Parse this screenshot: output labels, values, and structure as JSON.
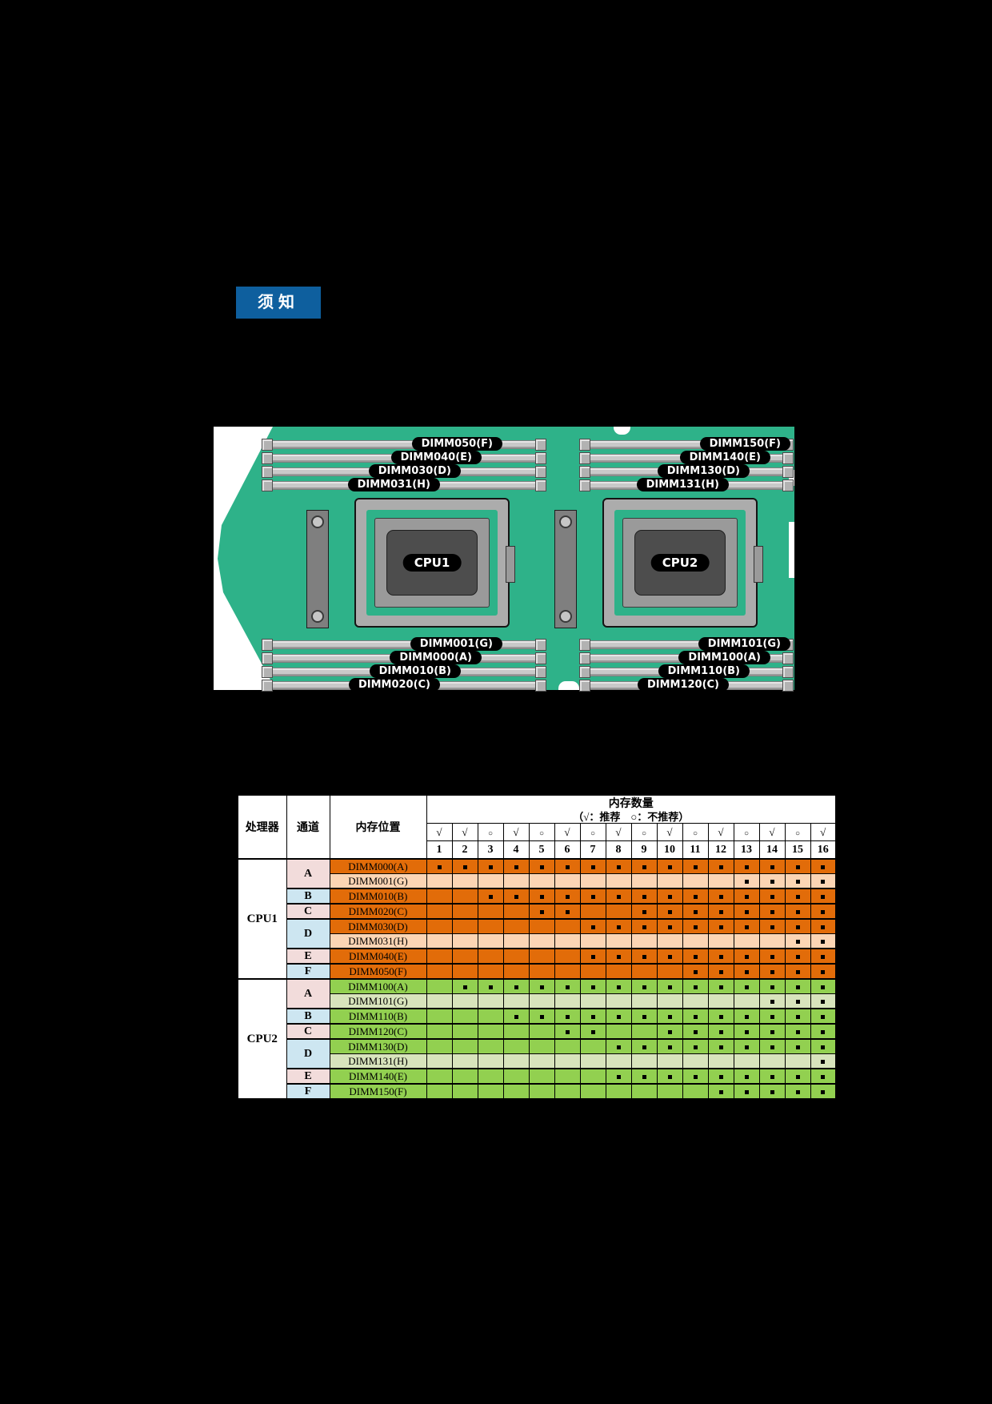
{
  "page": {
    "background": "#000000"
  },
  "notice": {
    "label": "须知",
    "bg": "#0E5F9E",
    "fg": "#FFFFFF"
  },
  "board": {
    "pcb_color": "#2EB289",
    "cpu1": {
      "label": "CPU1",
      "top_slots": [
        "DIMM050(F)",
        "DIMM040(E)",
        "DIMM030(D)",
        "DIMM031(H)"
      ],
      "bottom_slots": [
        "DIMM001(G)",
        "DIMM000(A)",
        "DIMM010(B)",
        "DIMM020(C)"
      ]
    },
    "cpu2": {
      "label": "CPU2",
      "top_slots": [
        "DIMM150(F)",
        "DIMM140(E)",
        "DIMM130(D)",
        "DIMM131(H)"
      ],
      "bottom_slots": [
        "DIMM101(G)",
        "DIMM100(A)",
        "DIMM110(B)",
        "DIMM120(C)"
      ]
    }
  },
  "table": {
    "header": {
      "processor": "处理器",
      "channel": "通道",
      "slot": "内存位置",
      "qty_title": "内存数量",
      "qty_legend": "（√：推荐　○：不推荐）"
    },
    "columns": [
      {
        "num": "1",
        "mark": "√"
      },
      {
        "num": "2",
        "mark": "√"
      },
      {
        "num": "3",
        "mark": "○"
      },
      {
        "num": "4",
        "mark": "√"
      },
      {
        "num": "5",
        "mark": "○"
      },
      {
        "num": "6",
        "mark": "√"
      },
      {
        "num": "7",
        "mark": "○"
      },
      {
        "num": "8",
        "mark": "√"
      },
      {
        "num": "9",
        "mark": "○"
      },
      {
        "num": "10",
        "mark": "√"
      },
      {
        "num": "11",
        "mark": "○"
      },
      {
        "num": "12",
        "mark": "√"
      },
      {
        "num": "13",
        "mark": "○"
      },
      {
        "num": "14",
        "mark": "√"
      },
      {
        "num": "15",
        "mark": "○"
      },
      {
        "num": "16",
        "mark": "√"
      }
    ],
    "colors": {
      "cpu1_row": "#E26C09",
      "cpu1_row_light": "#FCD5B4",
      "cpu2_row": "#92D050",
      "cpu2_row_light": "#D8E4BC",
      "channel_pink": "#F2DCDB",
      "channel_blue": "#CDE6F1"
    },
    "sections": [
      {
        "processor": "CPU1",
        "groups": [
          {
            "channel": "A",
            "rows": [
              {
                "slot": "DIMM000(A)",
                "dots": [
                  1,
                  2,
                  3,
                  4,
                  5,
                  6,
                  7,
                  8,
                  9,
                  10,
                  11,
                  12,
                  13,
                  14,
                  15,
                  16
                ]
              },
              {
                "slot": "DIMM001(G)",
                "dots": [
                  13,
                  14,
                  15,
                  16
                ]
              }
            ]
          },
          {
            "channel": "B",
            "rows": [
              {
                "slot": "DIMM010(B)",
                "dots": [
                  3,
                  4,
                  5,
                  6,
                  7,
                  8,
                  9,
                  10,
                  11,
                  12,
                  13,
                  14,
                  15,
                  16
                ]
              }
            ]
          },
          {
            "channel": "C",
            "rows": [
              {
                "slot": "DIMM020(C)",
                "dots": [
                  5,
                  6,
                  9,
                  10,
                  11,
                  12,
                  13,
                  14,
                  15,
                  16
                ]
              }
            ]
          },
          {
            "channel": "D",
            "rows": [
              {
                "slot": "DIMM030(D)",
                "dots": [
                  7,
                  8,
                  9,
                  10,
                  11,
                  12,
                  13,
                  14,
                  15,
                  16
                ]
              },
              {
                "slot": "DIMM031(H)",
                "dots": [
                  15,
                  16
                ]
              }
            ]
          },
          {
            "channel": "E",
            "rows": [
              {
                "slot": "DIMM040(E)",
                "dots": [
                  7,
                  8,
                  9,
                  10,
                  11,
                  12,
                  13,
                  14,
                  15,
                  16
                ]
              }
            ]
          },
          {
            "channel": "F",
            "rows": [
              {
                "slot": "DIMM050(F)",
                "dots": [
                  11,
                  12,
                  13,
                  14,
                  15,
                  16
                ]
              }
            ]
          }
        ]
      },
      {
        "processor": "CPU2",
        "groups": [
          {
            "channel": "A",
            "rows": [
              {
                "slot": "DIMM100(A)",
                "dots": [
                  2,
                  3,
                  4,
                  5,
                  6,
                  7,
                  8,
                  9,
                  10,
                  11,
                  12,
                  13,
                  14,
                  15,
                  16
                ]
              },
              {
                "slot": "DIMM101(G)",
                "dots": [
                  14,
                  15,
                  16
                ]
              }
            ]
          },
          {
            "channel": "B",
            "rows": [
              {
                "slot": "DIMM110(B)",
                "dots": [
                  4,
                  5,
                  6,
                  7,
                  8,
                  9,
                  10,
                  11,
                  12,
                  13,
                  14,
                  15,
                  16
                ]
              }
            ]
          },
          {
            "channel": "C",
            "rows": [
              {
                "slot": "DIMM120(C)",
                "dots": [
                  6,
                  7,
                  10,
                  11,
                  12,
                  13,
                  14,
                  15,
                  16
                ]
              }
            ]
          },
          {
            "channel": "D",
            "rows": [
              {
                "slot": "DIMM130(D)",
                "dots": [
                  8,
                  9,
                  10,
                  11,
                  12,
                  13,
                  14,
                  15,
                  16
                ]
              },
              {
                "slot": "DIMM131(H)",
                "dots": [
                  16
                ]
              }
            ]
          },
          {
            "channel": "E",
            "rows": [
              {
                "slot": "DIMM140(E)",
                "dots": [
                  8,
                  9,
                  10,
                  11,
                  12,
                  13,
                  14,
                  15,
                  16
                ]
              }
            ]
          },
          {
            "channel": "F",
            "rows": [
              {
                "slot": "DIMM150(F)",
                "dots": [
                  12,
                  13,
                  14,
                  15,
                  16
                ]
              }
            ]
          }
        ]
      }
    ]
  }
}
